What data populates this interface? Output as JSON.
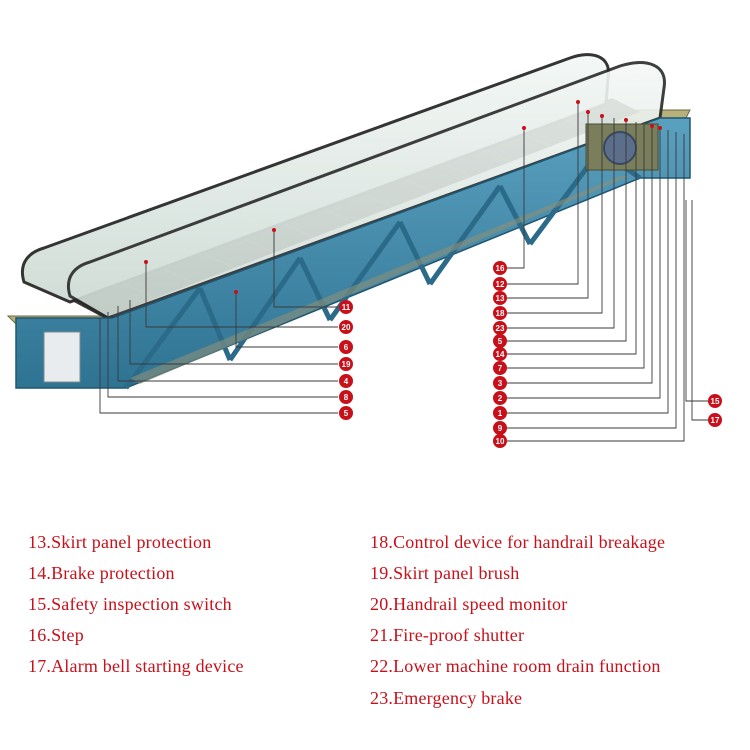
{
  "callouts": {
    "left": [
      "11",
      "20",
      "6",
      "19",
      "4",
      "8",
      "5"
    ],
    "right": [
      "16",
      "12",
      "13",
      "18",
      "23",
      "5",
      "14",
      "7",
      "3",
      "2",
      "1",
      "9",
      "10"
    ],
    "far_right": [
      "15",
      "17"
    ]
  },
  "legend": {
    "left": [
      "13.Skirt panel protection",
      "14.Brake protection",
      "15.Safety inspection switch",
      "16.Step",
      "17.Alarm bell starting device"
    ],
    "right": [
      "18.Control device for handrail breakage",
      "19.Skirt panel brush",
      "20.Handrail speed monitor",
      "21.Fire-proof shutter",
      "22.Lower machine room drain function",
      "23.Emergency brake"
    ]
  },
  "colors": {
    "truss": "#3f86a6",
    "truss_dark": "#2b6a88",
    "callout_red": "#c8101a",
    "legend_text": "#c8101a",
    "glass": "#dfe8e4",
    "handrail": "#2a2a2a"
  }
}
